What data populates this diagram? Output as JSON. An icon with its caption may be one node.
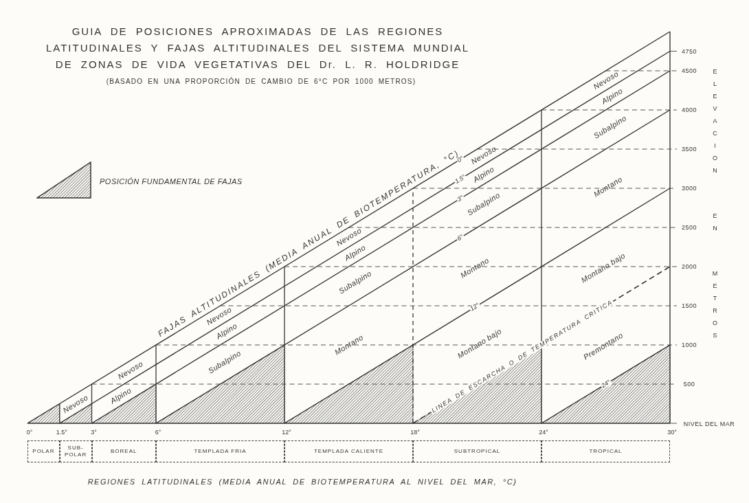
{
  "diagram": {
    "title": "GUIA DE POSICIONES APROXIMADAS DE LAS REGIONES LATITUDINALES Y FAJAS ALTITUDINALES DEL SISTEMA MUNDIAL DE ZONAS DE VIDA VEGETATIVAS DEL Dr. L. R. HOLDRIDGE",
    "nodes": [
      {
        "text": [
          "POLAR"
        ]
      },
      {
        "text": [
          "SUB-POLAR"
        ]
      },
      {
        "text": [
          "BOREAL"
        ]
      },
      {
        "text": [
          "TEMPLADA FRIA"
        ]
      },
      {
        "text": [
          "TEMPLADA CALIENTE"
        ]
      },
      {
        "text": [
          "SUBTROPICAL"
        ]
      },
      {
        "text": [
          "TROPICAL"
        ]
      }
    ],
    "labels": [
      "(BASADO EN UNA PROPORCIÓN DE CAMBIO DE 6°C POR 1000 METROS)",
      "FAJAS ALTITUDINALES (MEDIA ANUAL DE BIOTEMPERATURA, °C)",
      "Nevoso",
      "Nevoso",
      "Alpino",
      "Nevoso",
      "Alpino",
      "Subalpino",
      "Nevoso",
      "Alpino",
      "Subalpino",
      "Montano",
      "0°",
      "Nevoso",
      "1.5°",
      "Alpino",
      "3°",
      "Subalpino",
      "6°",
      "Montano",
      "12°",
      "Montano bajo",
      "Nevoso",
      "Alpino",
      "Subalpino",
      "Montano",
      "Montano bajo",
      "LINEA DE ESCARCHA O DE TEMPERATURA CRITICA",
      "Premontano",
      "24°",
      "4750",
      "4500",
      "4000",
      "3500",
      "3000",
      "2500",
      "2000",
      "1500",
      "1000",
      "500",
      "NIVEL DEL MAR",
      "ELEVACION EN METROS",
      "0°",
      "1.5°",
      "3°",
      "6°",
      "12°",
      "18°",
      "24°",
      "30°",
      "REGIONES LATITUDINALES (MEDIA ANUAL DE BIOTEMPERATURA AL NIVEL DEL MAR, °C)"
    ],
    "legend": [
      {
        "text": "POSICIÓN FUNDAMENTAL DE FAJAS"
      }
    ]
  }
}
